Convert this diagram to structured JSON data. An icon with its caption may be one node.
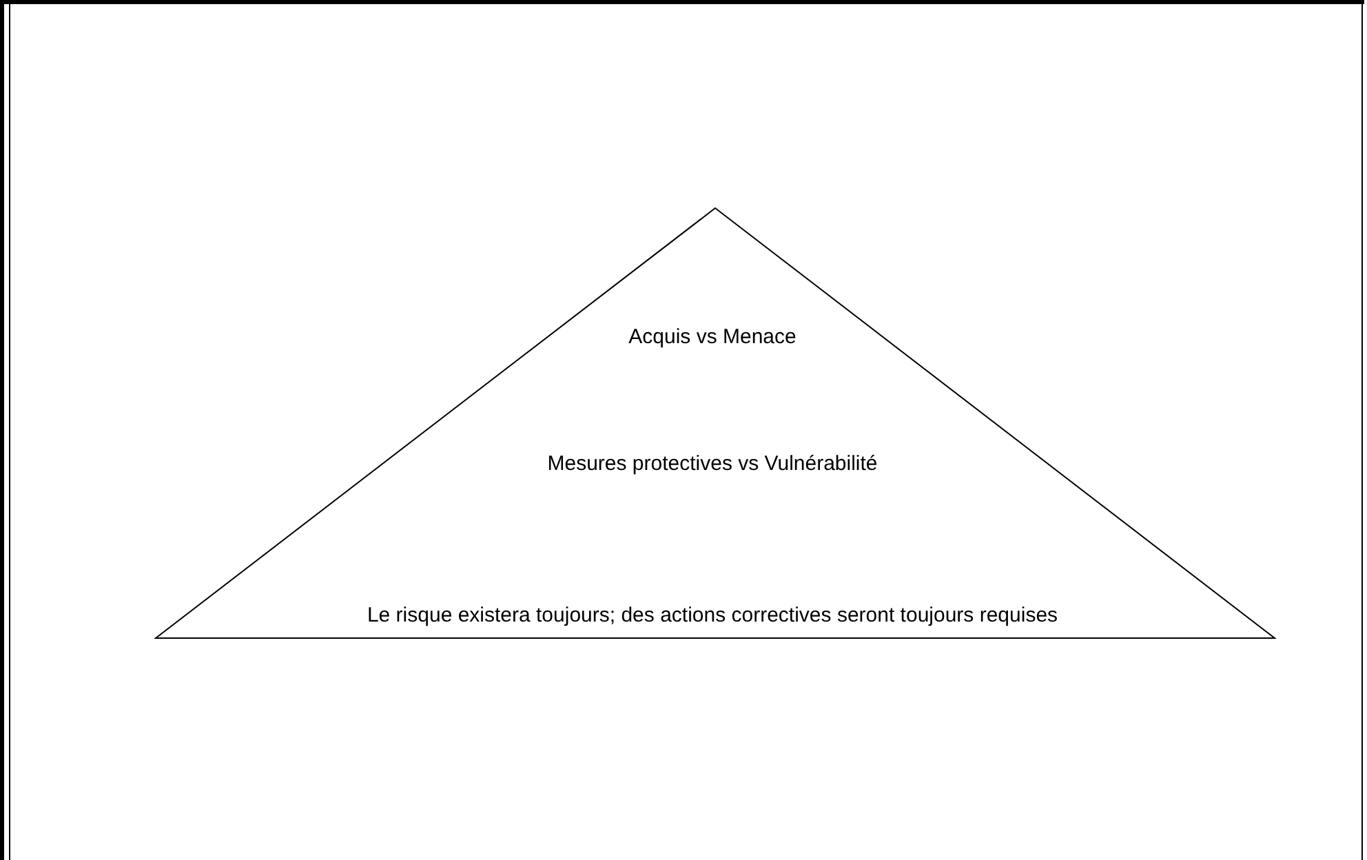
{
  "diagram": {
    "nodes": [
      {
        "text": [
          "Acquis vs Menace",
          "Mesures protectives vs Vulnérabilité",
          "Le risque existera toujours; des actions correctives seront toujours requises"
        ]
      }
    ]
  }
}
